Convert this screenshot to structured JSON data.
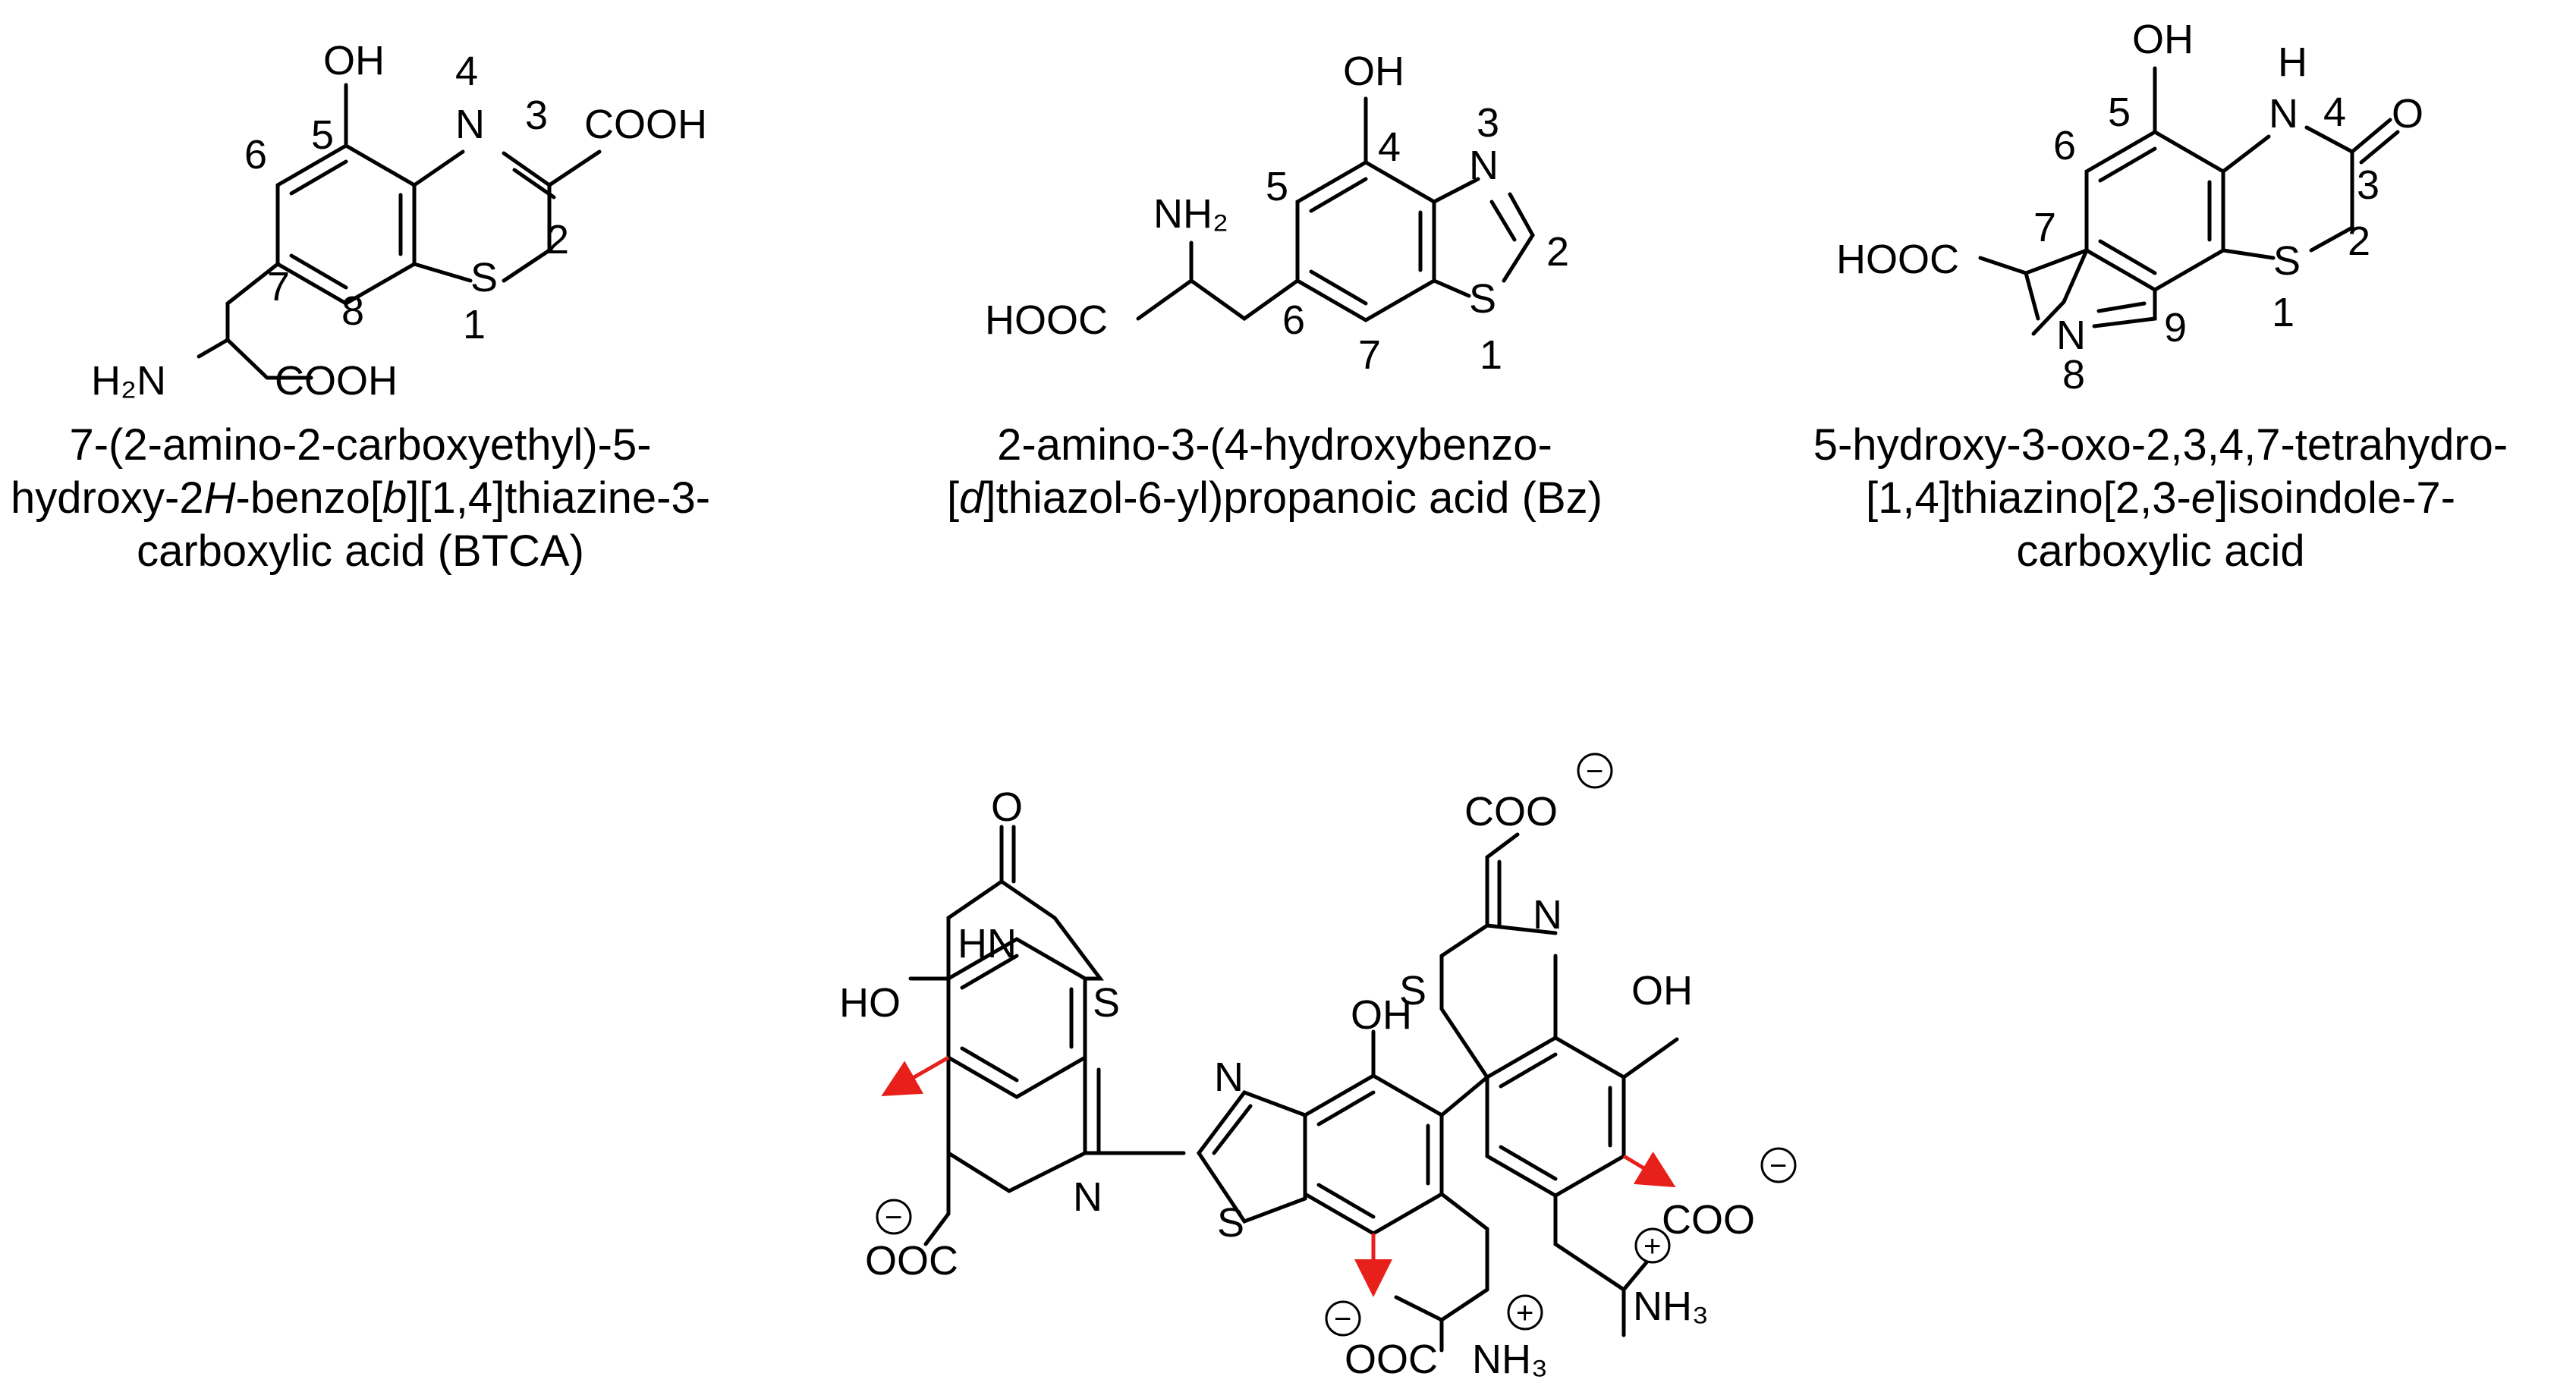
{
  "captions": {
    "btca": {
      "line1": "7-(2-amino-2-carboxyethyl)-5-",
      "line2_a": "hydroxy-2",
      "line2_b": "H",
      "line2_c": "-benzo[",
      "line2_d": "b",
      "line2_e": "][1,4]thiazine-3-",
      "line3": "carboxylic acid (BTCA)"
    },
    "bz": {
      "line1": "2-amino-3-(4-hydroxybenzo-",
      "line2_a": "[",
      "line2_b": "d",
      "line2_c": "]thiazol-6-yl)propanoic acid (Bz)"
    },
    "isoindole": {
      "line1": "5-hydroxy-3-oxo-2,3,4,7-tetrahydro-",
      "line2_a": "[1,4]thiazino[2,3-",
      "line2_b": "e",
      "line2_c": "]isoindole-7-",
      "line3": "carboxylic acid"
    }
  },
  "labels": {
    "oh": "OH",
    "ho": "HO",
    "n": "N",
    "s": "S",
    "o": "O",
    "h": "H",
    "hn": "HN",
    "cooh": "COOH",
    "hooc": "HOOC",
    "h2n": "H₂N",
    "nh2": "NH₂",
    "coo": "COO",
    "ooc": "OOC",
    "nh3": "NH₃",
    "minus": "−",
    "plus": "+"
  },
  "numbers": {
    "n1": "1",
    "n2": "2",
    "n3": "3",
    "n4": "4",
    "n5": "5",
    "n6": "6",
    "n7": "7",
    "n8": "8",
    "n9": "9"
  },
  "colors": {
    "ink": "#000000",
    "arrow": "#e8201c"
  }
}
